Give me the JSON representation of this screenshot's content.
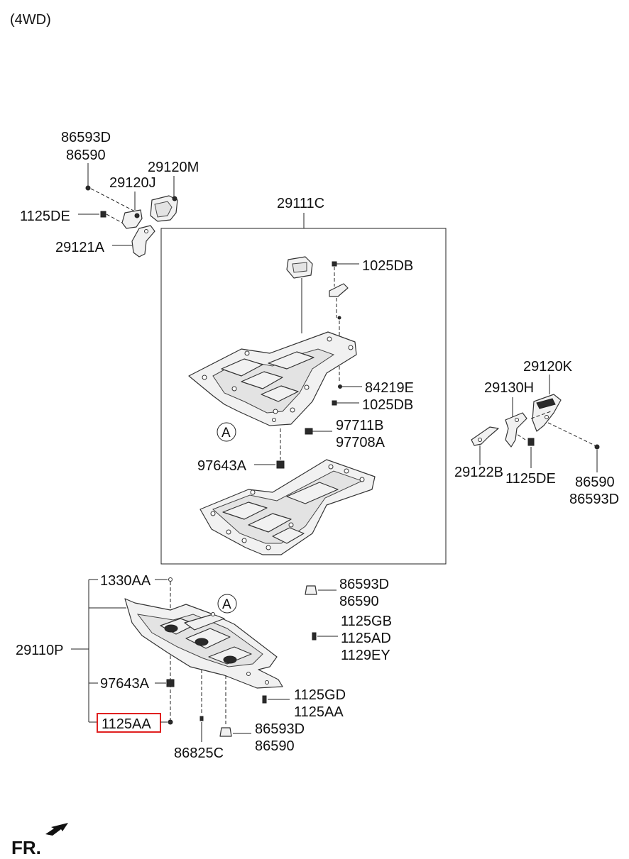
{
  "header": {
    "variant": "(4WD)"
  },
  "labels": {
    "p86593D_tl": "86593D",
    "p86590_tl": "86590",
    "p29120M": "29120M",
    "p29120J": "29120J",
    "p1125DE_l": "1125DE",
    "p29121A": "29121A",
    "p29111C": "29111C",
    "p1025DB_top": "1025DB",
    "p84219E": "84219E",
    "p1025DB_bot": "1025DB",
    "p97711B": "97711B",
    "p97708A": "97708A",
    "p97643A_top": "97643A",
    "p29120K": "29120K",
    "p29130H": "29130H",
    "p29122B": "29122B",
    "p1125DE_r": "1125DE",
    "p86590_r": "86590",
    "p86593D_r": "86593D",
    "p1330AA": "1330AA",
    "p29110P": "29110P",
    "p97643A_bot": "97643A",
    "p1125AA_hl": "1125AA",
    "p86825C": "86825C",
    "p86593D_b1": "86593D",
    "p86590_b1": "86590",
    "p1125GB": "1125GB",
    "p1125AD": "1125AD",
    "p1129EY": "1129EY",
    "p1125GD": "1125GD",
    "p1125AA": "1125AA",
    "p86593D_b2": "86593D",
    "p86590_b2": "86590"
  },
  "callouts": {
    "ref_top": "A",
    "ref_bottom": "A"
  },
  "footer": {
    "direction": "FR."
  },
  "colors": {
    "highlight": "#e02020",
    "line": "#222222"
  }
}
